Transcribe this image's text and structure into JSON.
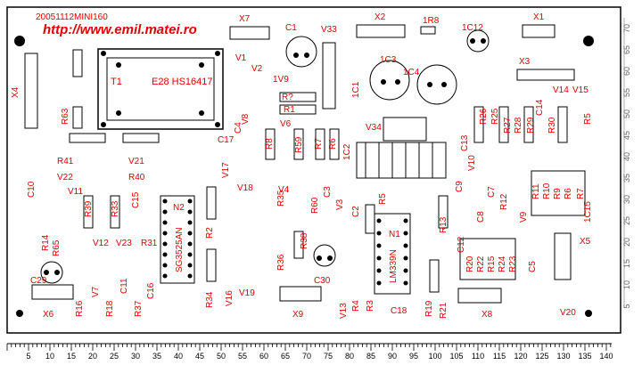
{
  "header": {
    "stamp": "20051112MINI160",
    "url": "http://www.emil.matei.ro"
  },
  "colors": {
    "label": "#e00000",
    "ink": "#000000",
    "paper": "#ffffff"
  },
  "transformer": {
    "ref": "T1",
    "value": "E28 HS16417"
  },
  "components": [
    "X7",
    "C1",
    "V33",
    "X2",
    "1R8",
    "1C12",
    "X1",
    "V1",
    "V2",
    "1V9",
    "R?",
    "R1",
    "1C3",
    "1C4",
    "X3",
    "X4",
    "V14",
    "V15",
    "1C1",
    "R26",
    "R25",
    "R27",
    "R28",
    "R29",
    "C14",
    "R30",
    "R5",
    "R63",
    "V8",
    "C4",
    "V6",
    "R8",
    "R59",
    "R7",
    "R6",
    "1C2",
    "V34",
    "C17",
    "R41",
    "V21",
    "V22",
    "R40",
    "C13",
    "V10",
    "V17",
    "V18",
    "V4",
    "V9",
    "V11",
    "C10",
    "R39",
    "R33",
    "C15",
    "N2",
    "SG3525AN",
    "R2",
    "R35",
    "R60",
    "C3",
    "V3",
    "C2",
    "R5",
    "C9",
    "C7",
    "C8",
    "R12",
    "R11",
    "R10",
    "R9",
    "R6",
    "R7",
    "1C15",
    "V12",
    "V23",
    "R31",
    "N1",
    "LM339N",
    "R13",
    "R14",
    "R65",
    "R38",
    "R36",
    "C30",
    "X5",
    "R20",
    "R22",
    "R15",
    "R24",
    "R23",
    "C12",
    "C5",
    "C29",
    "X6",
    "V7",
    "C11",
    "C16",
    "R16",
    "R18",
    "R37",
    "R34",
    "V16",
    "V19",
    "X9",
    "V13",
    "R4",
    "R3",
    "C18",
    "R19",
    "R21",
    "X8",
    "V20"
  ],
  "ruler": {
    "ticks": [
      "5",
      "10",
      "15",
      "20",
      "25",
      "30",
      "35",
      "40",
      "45",
      "50",
      "55",
      "60",
      "65",
      "70",
      "75",
      "80",
      "85",
      "90",
      "95",
      "100",
      "105",
      "110",
      "115",
      "120",
      "125",
      "130",
      "135",
      "140"
    ],
    "side": [
      "70",
      "65",
      "60",
      "55",
      "50",
      "45",
      "40",
      "35",
      "30",
      "25",
      "20",
      "15",
      "10",
      "5"
    ]
  }
}
